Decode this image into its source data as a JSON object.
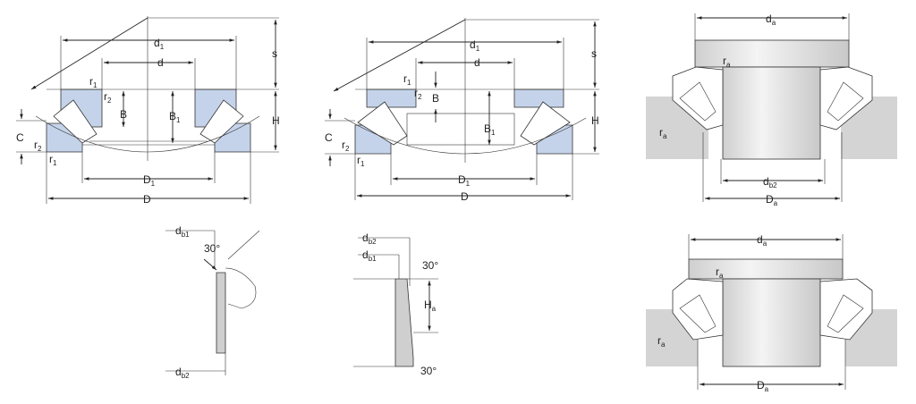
{
  "title": "Spherical roller thrust bearing dimension drawings",
  "colors": {
    "ring": "#c5d3ea",
    "housing": "#d4d4d4",
    "line": "#222222"
  },
  "bearing_a": {
    "d1": {
      "t": "d",
      "s": "1"
    },
    "d": {
      "t": "d",
      "s": ""
    },
    "r1a": {
      "t": "r",
      "s": "1"
    },
    "r2a": {
      "t": "r",
      "s": "2"
    },
    "B": {
      "t": "B",
      "s": ""
    },
    "B1": {
      "t": "B",
      "s": "1"
    },
    "s": {
      "t": "s",
      "s": ""
    },
    "H": {
      "t": "H",
      "s": ""
    },
    "C": {
      "t": "C",
      "s": ""
    },
    "r2b": {
      "t": "r",
      "s": "2"
    },
    "r1b": {
      "t": "r",
      "s": "1"
    },
    "D1": {
      "t": "D",
      "s": "1"
    },
    "D": {
      "t": "D",
      "s": ""
    }
  },
  "bearing_b": {
    "d1": {
      "t": "d",
      "s": "1"
    },
    "d": {
      "t": "d",
      "s": ""
    },
    "r1a": {
      "t": "r",
      "s": "1"
    },
    "r2a": {
      "t": "r",
      "s": "2"
    },
    "B": {
      "t": "B",
      "s": ""
    },
    "B1": {
      "t": "B",
      "s": "1"
    },
    "s": {
      "t": "s",
      "s": ""
    },
    "H": {
      "t": "H",
      "s": ""
    },
    "C": {
      "t": "C",
      "s": ""
    },
    "r2b": {
      "t": "r",
      "s": "2"
    },
    "r1b": {
      "t": "r",
      "s": "1"
    },
    "D1": {
      "t": "D",
      "s": "1"
    },
    "D": {
      "t": "D",
      "s": ""
    }
  },
  "mount_top": {
    "da": {
      "t": "d",
      "s": "a"
    },
    "ra1": {
      "t": "r",
      "s": "a"
    },
    "ra2": {
      "t": "r",
      "s": "a"
    },
    "db2": {
      "t": "d",
      "s": "b2"
    },
    "Da": {
      "t": "D",
      "s": "a"
    }
  },
  "mount_bottom": {
    "da": {
      "t": "d",
      "s": "a"
    },
    "ra1": {
      "t": "r",
      "s": "a"
    },
    "ra2": {
      "t": "r",
      "s": "a"
    },
    "Da": {
      "t": "D",
      "s": "a"
    }
  },
  "detail_a": {
    "db1": {
      "t": "d",
      "s": "b1"
    },
    "angle": {
      "t": "30°",
      "s": ""
    },
    "db2": {
      "t": "d",
      "s": "b2"
    }
  },
  "detail_b": {
    "db2": {
      "t": "d",
      "s": "b2"
    },
    "db1": {
      "t": "d",
      "s": "b1"
    },
    "angle1": {
      "t": "30°",
      "s": ""
    },
    "Ha": {
      "t": "H",
      "s": "a"
    },
    "angle2": {
      "t": "30°",
      "s": ""
    }
  }
}
